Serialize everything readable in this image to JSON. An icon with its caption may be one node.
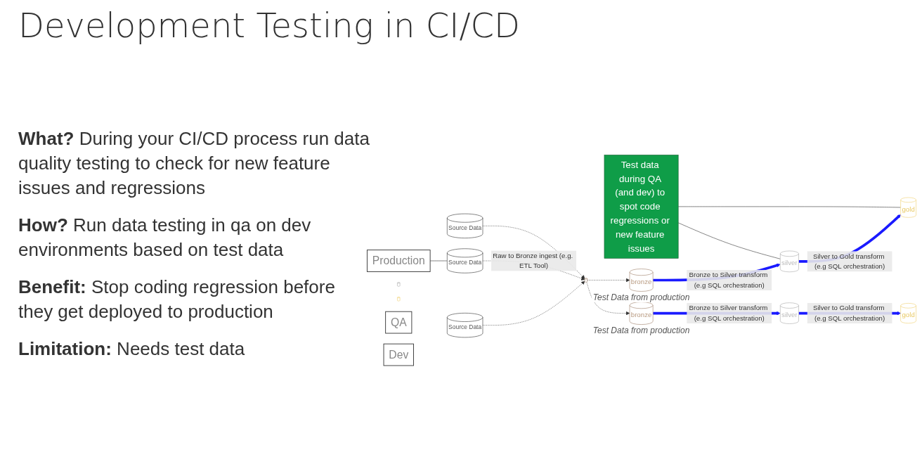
{
  "diagram": {
    "title": "Development Testing in CI/CD",
    "nodes": [
      {
        "text": [
          "Production"
        ]
      },
      {
        "text": [
          "Source Data"
        ]
      },
      {
        "text": [
          "Source Data"
        ]
      },
      {
        "text": [
          "Source Data"
        ]
      },
      {
        "text": [],
        "shape": "cylinder"
      },
      {
        "text": [],
        "shape": "cylinder"
      },
      {
        "text": [],
        "shape": "cylinder"
      },
      {
        "text": [
          "Test data during QA (and dev) to spot code regressions or new feature issues"
        ]
      },
      {
        "text": [
          "QA"
        ]
      },
      {
        "text": [
          "bronze"
        ],
        "beside": [
          "Test Data from production"
        ]
      },
      {
        "text": [
          "silver"
        ]
      },
      {
        "text": [
          "gold"
        ]
      },
      {
        "text": [
          "Dev"
        ]
      },
      {
        "text": [
          "bronze"
        ],
        "beside": [
          "Test Data from production"
        ]
      },
      {
        "text": [
          "silver"
        ]
      },
      {
        "text": [
          "gold"
        ]
      }
    ],
    "edges": [
      {
        "from": 0,
        "to": 2,
        "arrow": "none"
      },
      {
        "from": 1,
        "to": 4,
        "arrow": "to",
        "style": "dashed"
      },
      {
        "from": 2,
        "to": 4,
        "arrow": "to",
        "style": "dashed",
        "label": "Raw to Bronze ingest (e.g. ETL Tool)"
      },
      {
        "from": 3,
        "to": 4,
        "arrow": "to",
        "style": "dashed"
      },
      {
        "from": 7,
        "to": 10,
        "arrow": "none"
      },
      {
        "from": 7,
        "to": 11,
        "arrow": "none"
      },
      {
        "from": 4,
        "to": 9,
        "arrow": "to",
        "style": "dashed"
      },
      {
        "from": 4,
        "to": 13,
        "arrow": "to",
        "style": "dashed"
      },
      {
        "from": 9,
        "to": 10,
        "arrow": "to",
        "style": "thick",
        "color": "#1a1aff",
        "label": "Bronze to Silver transform (e.g SQL orchestration)"
      },
      {
        "from": 10,
        "to": 11,
        "arrow": "to",
        "style": "thick",
        "color": "#1a1aff",
        "label": "Silver to Gold transform (e.g SQL orchestration)"
      },
      {
        "from": 13,
        "to": 14,
        "arrow": "to",
        "style": "thick",
        "color": "#1a1aff",
        "label": "Bronze to Silver transform (e.g SQL orchestration)"
      },
      {
        "from": 14,
        "to": 15,
        "arrow": "to",
        "style": "thick",
        "color": "#1a1aff",
        "label": "Silver to Gold transform (e.g SQL orchestration)"
      }
    ],
    "labels": [
      "**What?** During your CI/CD process run data quality testing to check for new feature issues and regressions",
      "**How?** Run data testing in qa on dev environments based on test data",
      "**Benefit:** Stop coding regression before they get deployed to production",
      "**Limitation:** Needs test data"
    ]
  }
}
